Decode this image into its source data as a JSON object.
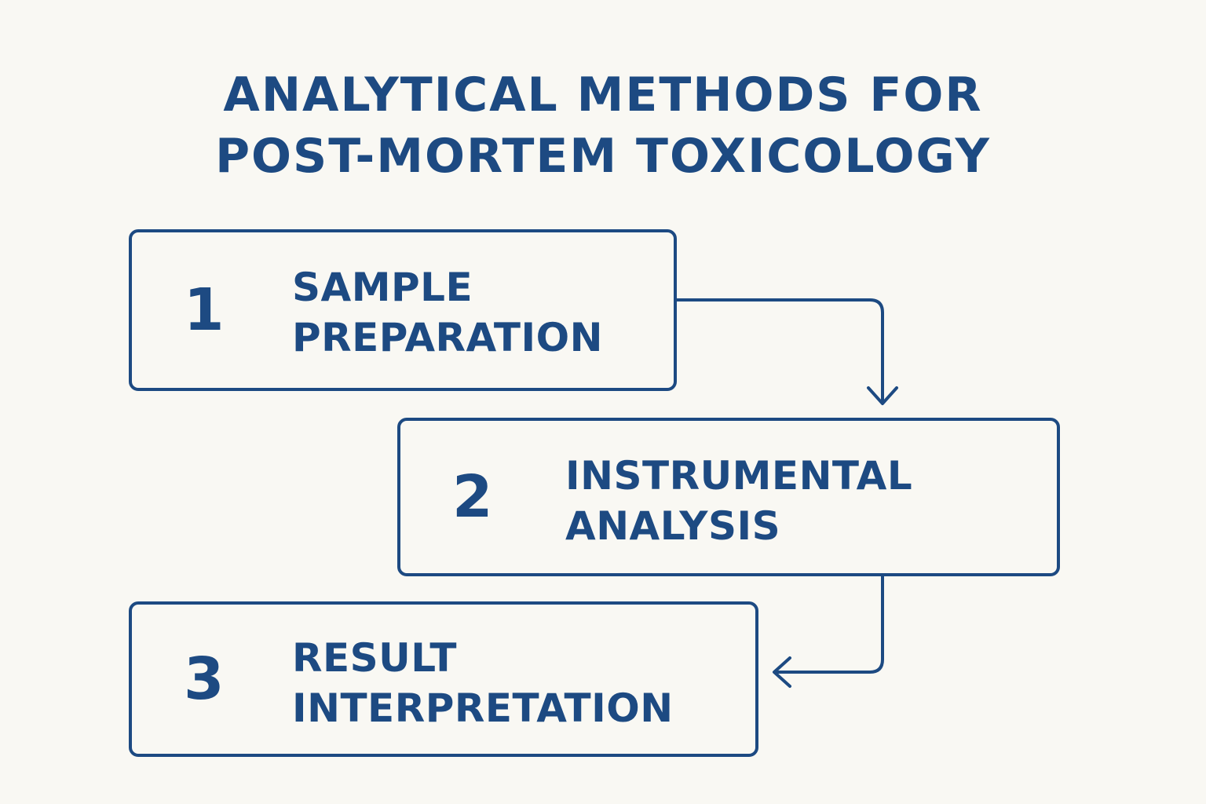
{
  "title": {
    "line1": "ANALYTICAL METHODS FOR",
    "line2": "POST-MORTEM TOXICOLOGY"
  },
  "steps": [
    {
      "number": "1",
      "label_line1": "SAMPLE",
      "label_line2": "PREPARATION"
    },
    {
      "number": "2",
      "label_line1": "INSTRUMENTAL",
      "label_line2": "ANALYSIS"
    },
    {
      "number": "3",
      "label_line1": "RESULT",
      "label_line2": "INTERPRETATION"
    }
  ],
  "colors": {
    "primary": "#1d4a82",
    "background": "#f9f8f3"
  }
}
